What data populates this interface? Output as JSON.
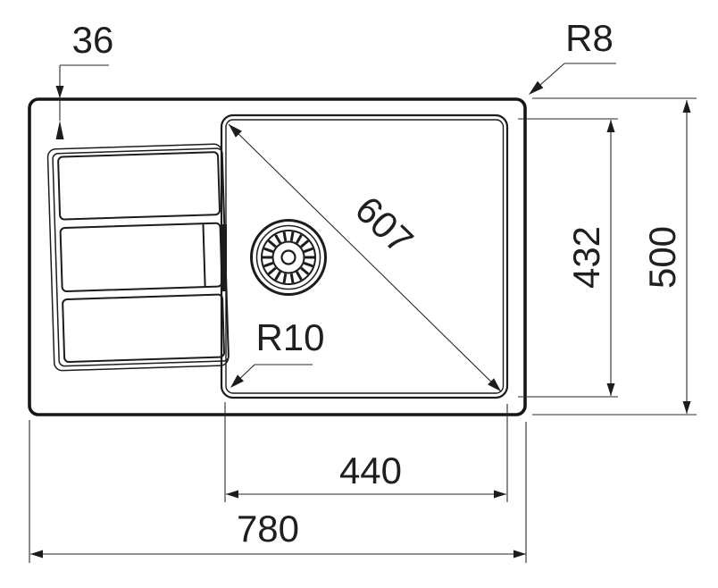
{
  "drawing": {
    "type": "technical-dimension-drawing",
    "subject": "kitchen-sink-top-view"
  },
  "dimensions": {
    "top_offset": "36",
    "outer_corner_radius": "R8",
    "basin_diagonal": "607",
    "basin_depth": "432",
    "overall_depth": "500",
    "basin_width": "440",
    "overall_width": "780",
    "basin_corner_radius": "R10"
  },
  "colors": {
    "line": "#1c1c1c",
    "background": "#ffffff"
  }
}
